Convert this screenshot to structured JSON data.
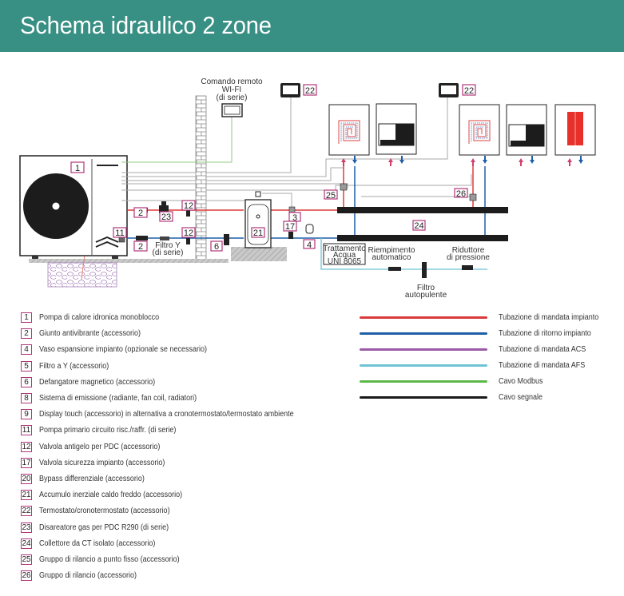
{
  "header": {
    "title": "Schema idraulico 2 zone",
    "background_color": "#388f83"
  },
  "diagram": {
    "labels": {
      "remote_control_line1": "Comando remoto",
      "remote_control_line2": "WI-FI",
      "remote_control_line3": "(di serie)",
      "filter_y_line1": "Filtro Y",
      "filter_y_line2": "(di serie)",
      "water_treatment_line1": "Trattamento",
      "water_treatment_line2": "Acqua",
      "water_treatment_line3": "UNI 8065",
      "auto_fill_line1": "Riempimento",
      "auto_fill_line2": "automatico",
      "pressure_reducer_line1": "Riduttore",
      "pressure_reducer_line2": "di pressione",
      "self_clean_filter_line1": "Filtro",
      "self_clean_filter_line2": "autopulente"
    },
    "badges": {
      "heat_pump": "1",
      "antivibration_top": "2",
      "antivibration_bottom": "2",
      "degasser": "23",
      "antifreeze_top": "12",
      "antifreeze_bottom": "12",
      "pump_primary": "11",
      "magnetic_filter": "6",
      "buffer_tank": "21",
      "bypass": "3",
      "safety_valve": "17",
      "expansion_vessel": "4",
      "thermostat_zone1": "22",
      "thermostat_zone2": "22",
      "relaunch_fixed": "25",
      "relaunch": "26",
      "collector": "24"
    },
    "colors": {
      "flow": "#e03a3a",
      "return": "#1f5fa8",
      "acs": "#9a5aa8",
      "afs": "#6ec4d6",
      "modbus": "#5db84a",
      "signal": "#1a1a1a",
      "badge_border": "#b0357a",
      "radiator": "#e8302a"
    }
  },
  "legend_components": [
    {
      "num": "1",
      "label": "Pompa di calore idronica monoblocco"
    },
    {
      "num": "2",
      "label": "Giunto antivibrante (accessorio)"
    },
    {
      "num": "4",
      "label": "Vaso espansione impianto (opzionale se necessario)"
    },
    {
      "num": "5",
      "label": "Filtro a Y (accessorio)"
    },
    {
      "num": "6",
      "label": "Defangatore magnetico (accessorio)"
    },
    {
      "num": "8",
      "label": "Sistema di emissione (radiante, fan coil, radiatori)"
    },
    {
      "num": "9",
      "label": "Display touch (accessorio) in alternativa a cronotermostato/termostato ambiente"
    },
    {
      "num": "11",
      "label": "Pompa primario circuito risc./raffr. (di serie)"
    },
    {
      "num": "12",
      "label": "Valvola antigelo per PDC (accessorio)"
    },
    {
      "num": "17",
      "label": "Valvola sicurezza impianto (accessorio)"
    },
    {
      "num": "20",
      "label": "Bypass differenziale (accessorio)"
    },
    {
      "num": "21",
      "label": "Accumulo inerziale caldo freddo (accessorio)"
    },
    {
      "num": "22",
      "label": "Termostato/cronotermostato (accessorio)"
    },
    {
      "num": "23",
      "label": "Disareatore gas per PDC R290 (di serie)"
    },
    {
      "num": "24",
      "label": "Collettore da CT isolato (accessorio)"
    },
    {
      "num": "25",
      "label": "Gruppo di rilancio a punto fisso (accessorio)"
    },
    {
      "num": "26",
      "label": "Gruppo di rilancio (accessorio)"
    }
  ],
  "legend_lines": [
    {
      "label": "Tubazione di mandata impianto",
      "color": "#d93a3a"
    },
    {
      "label": "Tubazione di ritorno impianto",
      "color": "#1f5fa8"
    },
    {
      "label": "Tubazione di mandata ACS",
      "color": "#9a5aa8"
    },
    {
      "label": "Tubazione di mandata AFS",
      "color": "#6ec4d6"
    },
    {
      "label": "Cavo Modbus",
      "color": "#5db84a"
    },
    {
      "label": "Cavo segnale",
      "color": "#1a1a1a"
    }
  ]
}
